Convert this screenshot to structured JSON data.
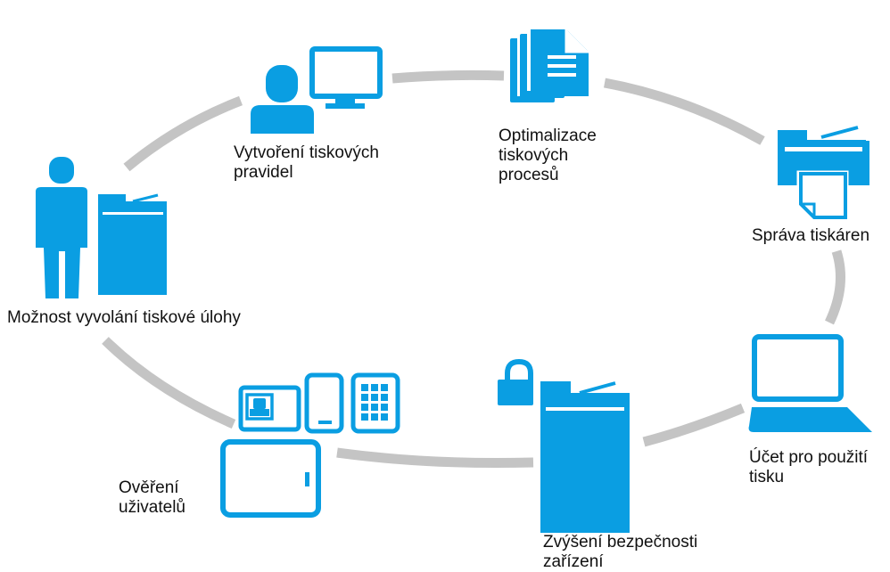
{
  "colors": {
    "accent": "#0a9ee2",
    "ring": "#c4c4c4",
    "text": "#111111"
  },
  "nodes": [
    {
      "id": "creation",
      "lines": [
        "Vytvoření tiskových",
        "pravidel"
      ],
      "icons": [
        "person-icon",
        "monitor-icon"
      ]
    },
    {
      "id": "optimization",
      "lines": [
        "Optimalizace",
        "tiskových",
        "procesů"
      ],
      "icons": [
        "documents-icon"
      ]
    },
    {
      "id": "printer-management",
      "lines": [
        "Správa tiskáren"
      ],
      "icons": [
        "printer-icon"
      ]
    },
    {
      "id": "accounting",
      "lines": [
        "Účet pro použití",
        "tisku"
      ],
      "icons": [
        "laptop-icon"
      ]
    },
    {
      "id": "security",
      "lines": [
        "Zvýšení bezpečnosti",
        "zařízení"
      ],
      "icons": [
        "lock-icon",
        "mfp-icon"
      ]
    },
    {
      "id": "authentication",
      "lines": [
        "Ověření",
        "uživatelů"
      ],
      "icons": [
        "id-card-icon",
        "phone-icon",
        "keypad-icon",
        "card-reader-icon"
      ]
    },
    {
      "id": "pull-printing",
      "lines": [
        "Možnost vyvolání tiskové úlohy"
      ],
      "icons": [
        "person-standing-icon",
        "mfp-icon"
      ]
    }
  ]
}
